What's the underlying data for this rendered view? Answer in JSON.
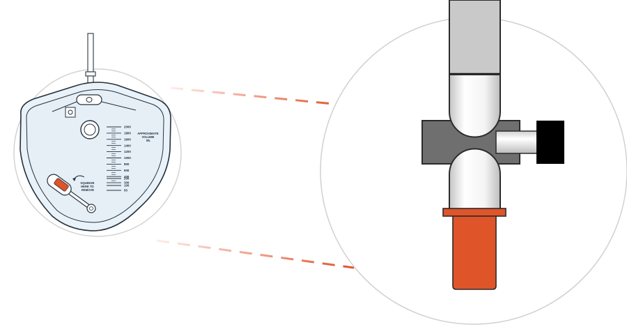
{
  "bag": {
    "volume_label_lines": [
      "APPROXIMATE",
      "VOLUME",
      "ML"
    ],
    "scale_marks": [
      "2000",
      "1800",
      "1600",
      "1400",
      "1200",
      "1000",
      "800",
      "600",
      "400",
      "300",
      "200",
      "100",
      "50"
    ],
    "instruction_lines": [
      "SQUEEZE",
      "HERE TO",
      "REMOVE"
    ]
  },
  "colors": {
    "orange": "#e0542a",
    "bag_fill": "#e9f2f8",
    "bag_outline": "#23313d",
    "valve_gray": "#6f6f6f",
    "tube_gray": "#c9c9c9",
    "black": "#000000"
  },
  "icons": {
    "bag": "drainage-bag-icon",
    "valve": "valve-icon",
    "rotate_arrow": "rotate-arrow-icon"
  }
}
